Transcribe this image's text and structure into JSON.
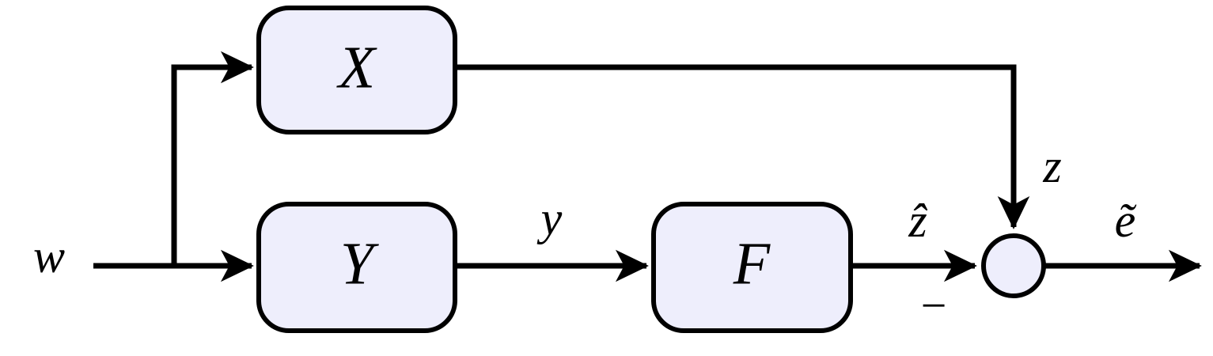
{
  "diagram": {
    "title": "Feedback block diagram with X, Y, F blocks and summing junction",
    "colors": {
      "block_fill": "#eeeefc",
      "block_stroke": "#000000",
      "wire": "#000000",
      "background": "#ffffff"
    },
    "blocks": [
      {
        "id": "block-x",
        "label": "X"
      },
      {
        "id": "block-y",
        "label": "Y"
      },
      {
        "id": "block-f",
        "label": "F"
      }
    ],
    "summing_junction": {
      "id": "summing-junction",
      "sign_label": "−"
    },
    "signals": [
      {
        "id": "signal-w",
        "label": "w"
      },
      {
        "id": "signal-y",
        "label": "y"
      },
      {
        "id": "signal-zhat",
        "label": "ẑ"
      },
      {
        "id": "signal-z",
        "label": "z"
      },
      {
        "id": "signal-etilde",
        "label": "ẽ"
      }
    ]
  }
}
